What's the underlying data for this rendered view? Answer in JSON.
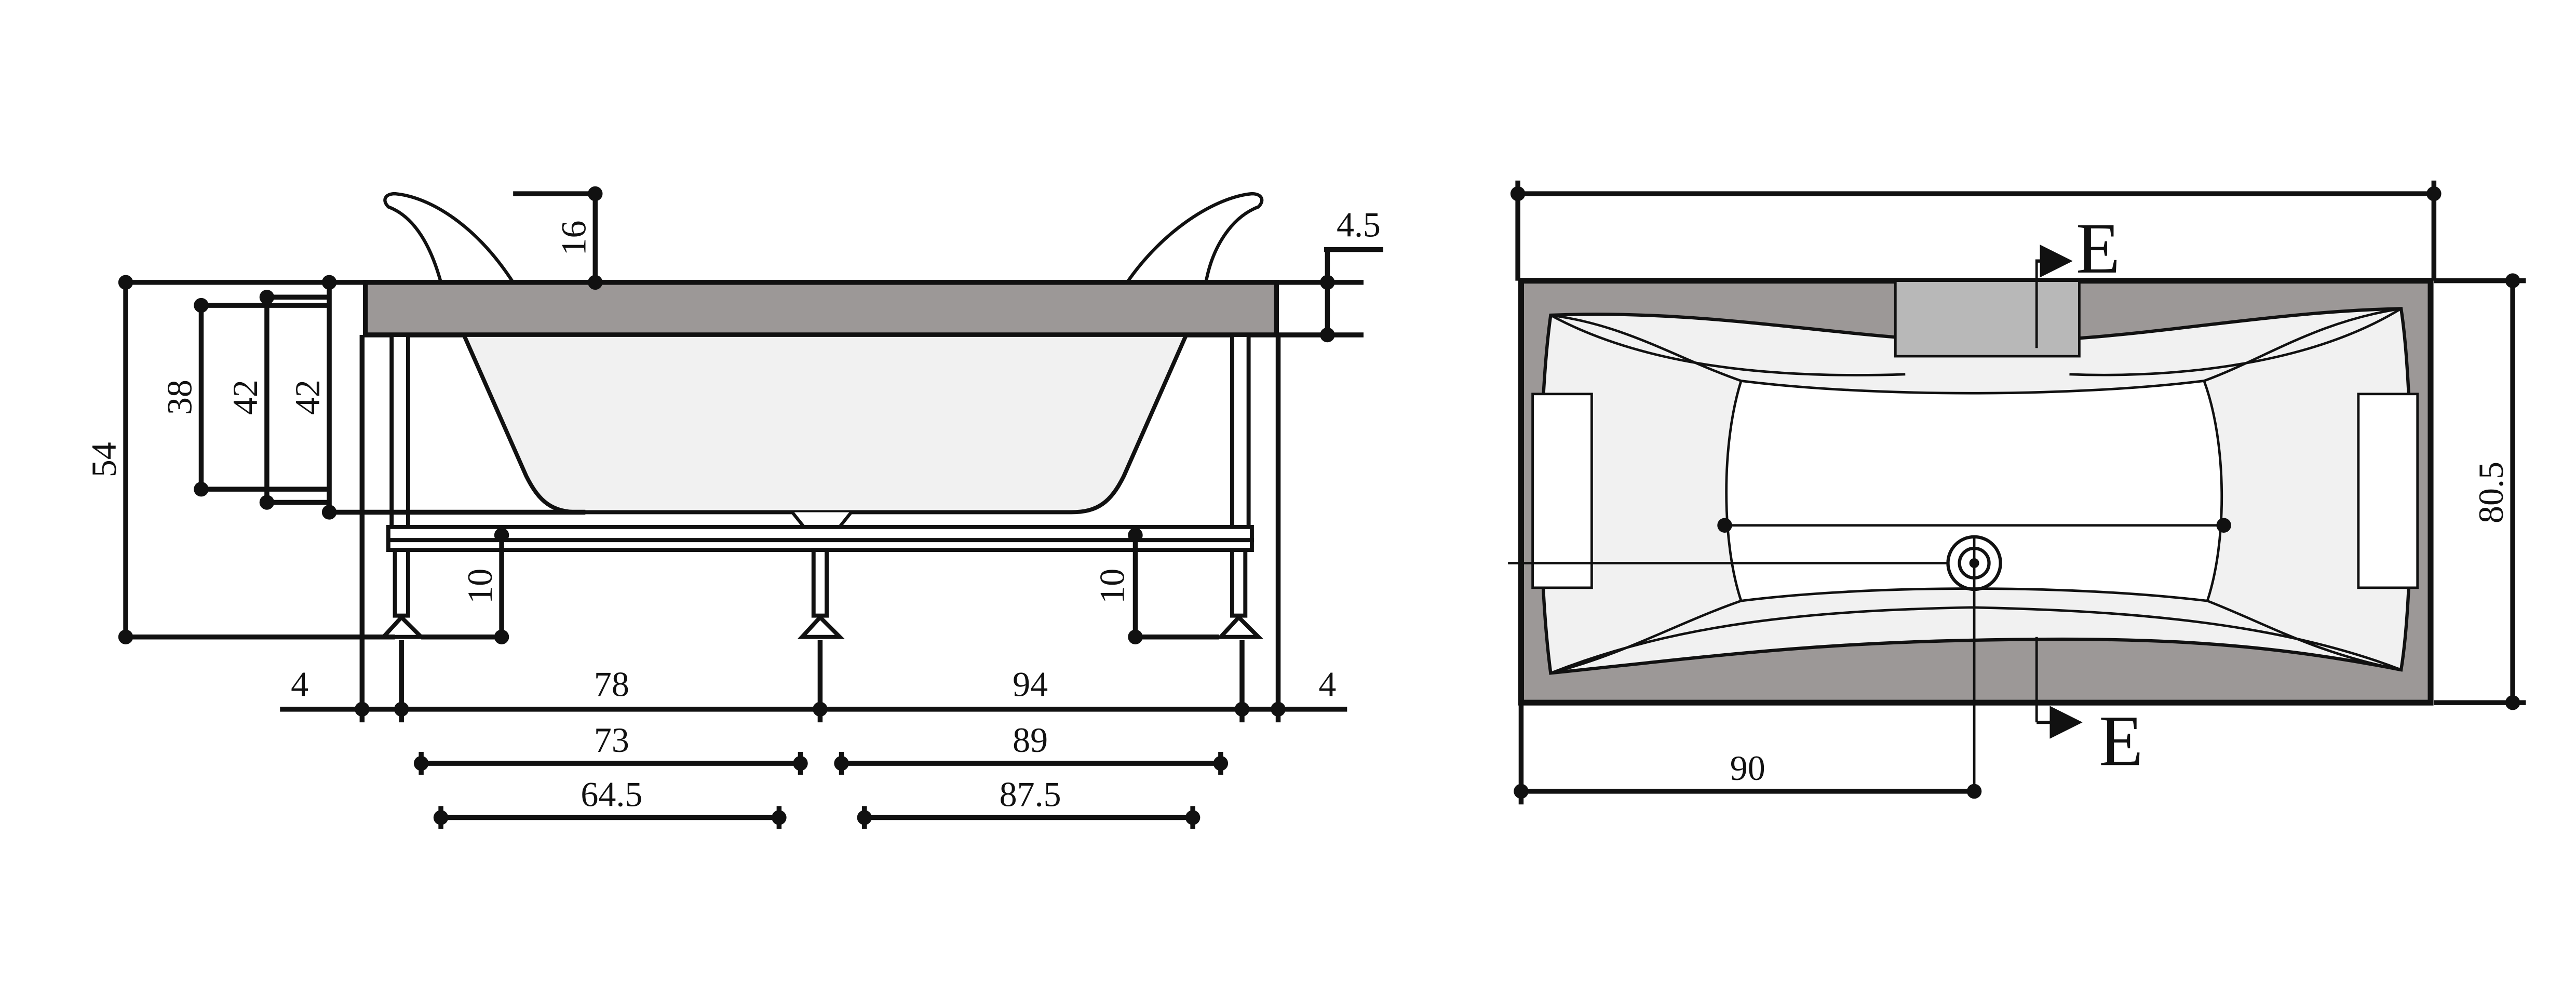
{
  "colors": {
    "rim": "#9c9897",
    "basin": "#f1f1f1",
    "panel": "#b8b8b8",
    "line": "#111111",
    "background": "#ffffff"
  },
  "side_view": {
    "dimensions": {
      "rim_thickness": "4.5",
      "headrest_height": "16",
      "total_height": "54",
      "inner_depth": "38",
      "depth_mid": "42",
      "depth_outer": "42",
      "foot_height_left": "10",
      "foot_height_right": "10",
      "overhang_left": "4",
      "overhang_right": "4",
      "leg_span_left": "78",
      "leg_span_right": "94",
      "span_left_2": "73",
      "span_right_2": "89",
      "span_left_3": "64.5",
      "span_right_3": "87.5"
    }
  },
  "top_view": {
    "dimensions": {
      "width": "80.5",
      "drain_offset": "90"
    },
    "section_labels": {
      "top": "E",
      "bottom": "E"
    }
  }
}
